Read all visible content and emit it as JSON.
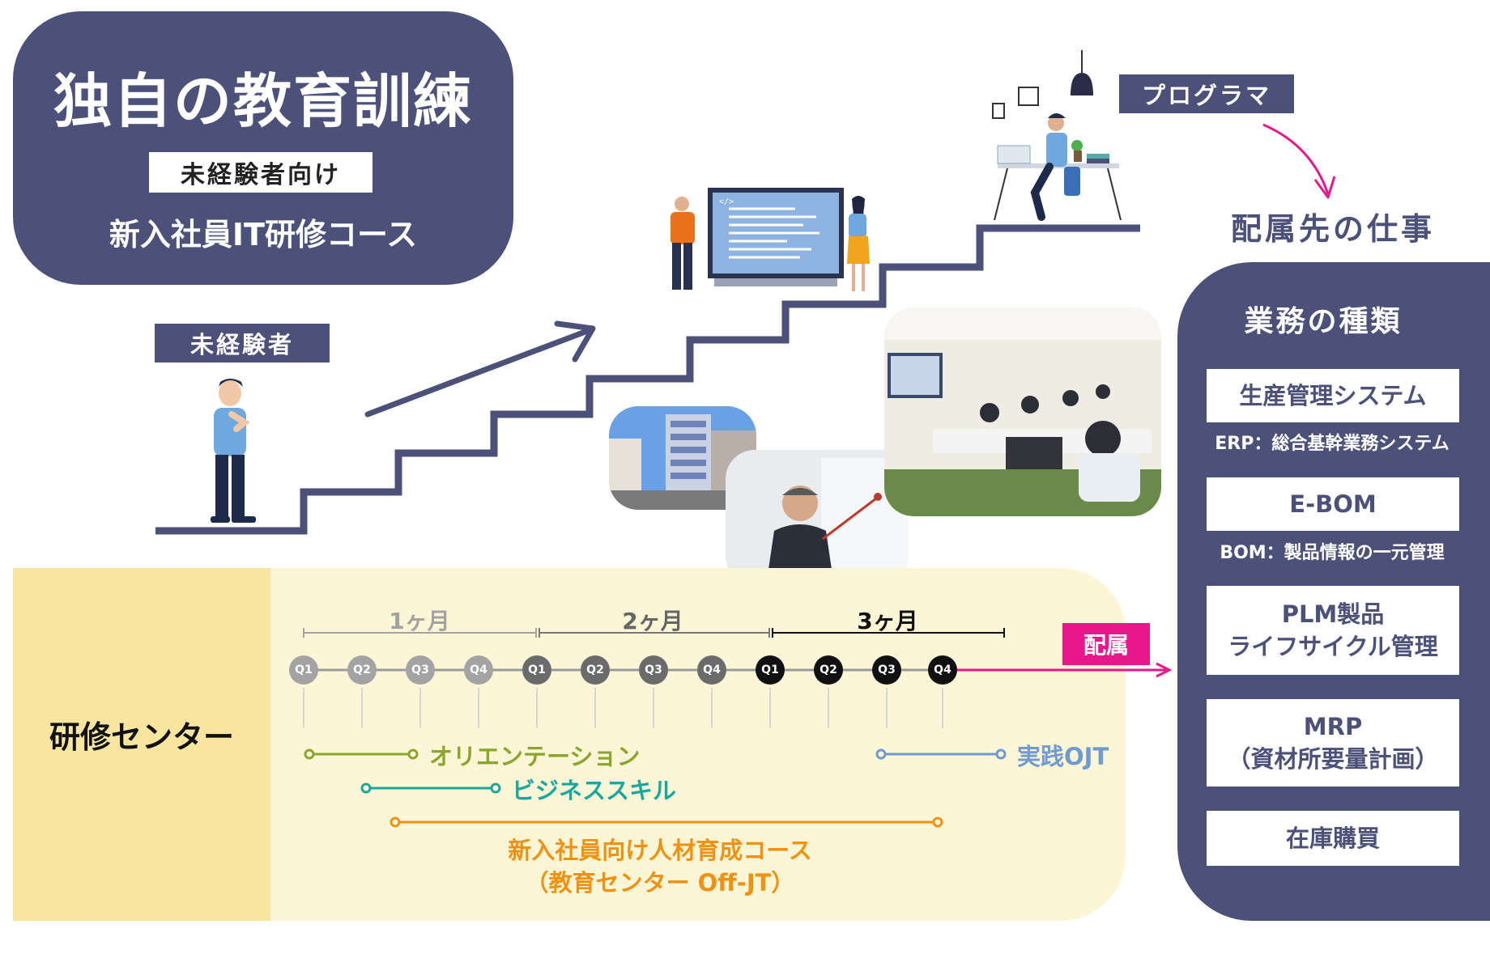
{
  "hero": {
    "title": "独自の教育訓練",
    "badge": "未経験者向け",
    "subtitle": "新入社員IT研修コース"
  },
  "tags": {
    "beginner": "未経験者",
    "programmer": "プログラマ"
  },
  "job_heading": "配属先の仕事",
  "panel": {
    "title": "業務の種類",
    "boxes": [
      {
        "line1": "生産管理システム",
        "line2": "",
        "note": "ERP：総合基幹業務システム"
      },
      {
        "line1": "E-BOM",
        "line2": "",
        "note": "BOM：製品情報の一元管理"
      },
      {
        "line1": "PLM製品",
        "line2": "ライフサイクル管理",
        "note": ""
      },
      {
        "line1": "MRP",
        "line2": "（資材所要量計画）",
        "note": ""
      },
      {
        "line1": "在庫購買",
        "line2": "",
        "note": ""
      }
    ]
  },
  "center": {
    "label": "研修センター",
    "months": [
      "1ヶ月",
      "2ヶ月",
      "3ヶ月"
    ],
    "quarters": [
      "Q1",
      "Q2",
      "Q3",
      "Q4",
      "Q1",
      "Q2",
      "Q3",
      "Q4",
      "Q1",
      "Q2",
      "Q3",
      "Q4"
    ],
    "assignment": "配属",
    "programs": {
      "orientation": "オリエンテーション",
      "business": "ビジネススキル",
      "course_line1": "新入社員向け人材育成コース",
      "course_line2": "（教育センター Off-JT）",
      "ojt": "実践OJT"
    }
  },
  "colors": {
    "navy": "#4b5179",
    "olive": "#8aa62e",
    "teal": "#1aa7a0",
    "orange": "#ef9213",
    "blue": "#6f9ad2",
    "magenta": "#e8178a",
    "gray_q": "#a3a3a3",
    "dark_q": "#6b6b6b",
    "black_q": "#111111"
  },
  "icons": [
    "thinking-person-icon",
    "computer-screen-icon",
    "programmer-desk-icon",
    "stair-arrow-icon"
  ]
}
